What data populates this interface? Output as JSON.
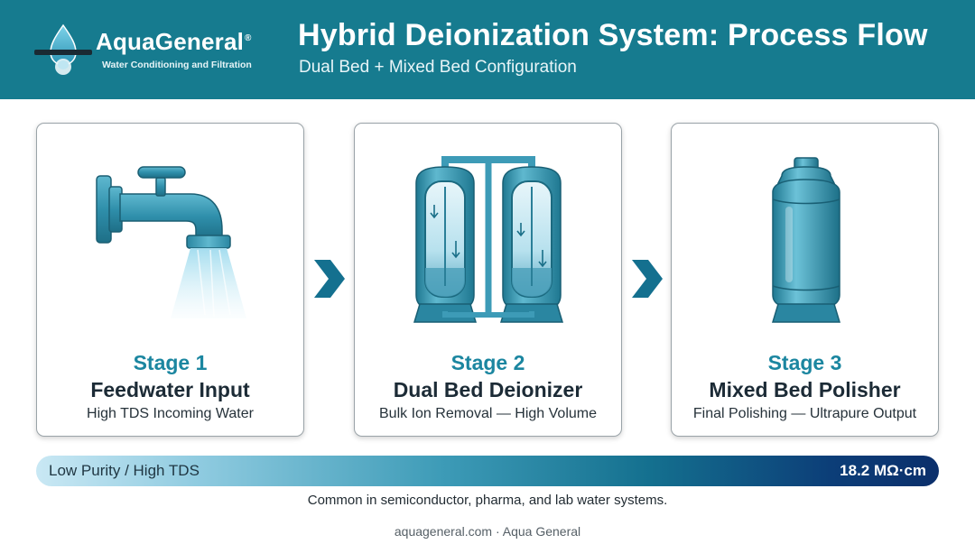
{
  "header": {
    "brand_name": "AquaGeneral",
    "brand_mark": "®",
    "brand_tagline": "Water Conditioning and Filtration",
    "title": "Hybrid Deionization System: Process Flow",
    "subtitle": "Dual Bed + Mixed Bed Configuration"
  },
  "stages": [
    {
      "number": "Stage 1",
      "name": "Feedwater Input",
      "description": "High TDS Incoming Water",
      "icon": "faucet-icon"
    },
    {
      "number": "Stage 2",
      "name": "Dual Bed Deionizer",
      "description": "Bulk Ion Removal — High Volume",
      "icon": "dual-tank-icon"
    },
    {
      "number": "Stage 3",
      "name": "Mixed Bed Polisher",
      "description": "Final Polishing — Ultrapure Output",
      "icon": "polisher-tank-icon"
    }
  ],
  "purity_bar": {
    "low_label": "Low Purity / High TDS",
    "high_label": "18.2 MΩ·cm"
  },
  "note": "Common in semiconductor, pharma, and lab water systems.",
  "footer": "aquageneral.com · Aqua General",
  "colors": {
    "header_bg": "#167b8f",
    "accent": "#1b86a0",
    "arrow": "#14708f",
    "gradient_start": "#c9e8f4",
    "gradient_end": "#0b2f6b"
  }
}
